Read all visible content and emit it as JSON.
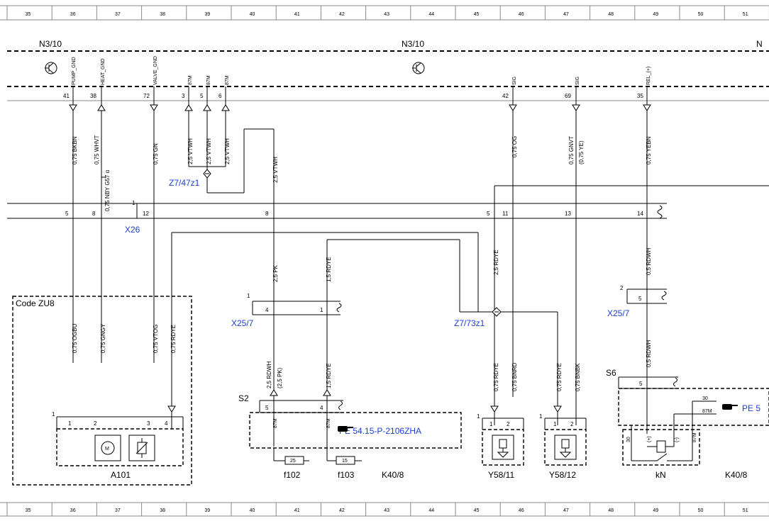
{
  "grid_numbers": [
    "35",
    "36",
    "37",
    "38",
    "39",
    "40",
    "41",
    "42",
    "43",
    "44",
    "45",
    "46",
    "47",
    "48",
    "49",
    "50",
    "51"
  ],
  "header": {
    "n310_left": "N3/10",
    "n310_mid": "N3/10",
    "n_right": "N"
  },
  "pins_top": [
    {
      "name": "PUMP_GND",
      "num": "41"
    },
    {
      "name": "HEAT_GND",
      "num": "38"
    },
    {
      "name": "VALVE_GND",
      "num": "72"
    },
    {
      "name": "87M",
      "num": "3"
    },
    {
      "name": "87M",
      "num": "5"
    },
    {
      "name": "87M",
      "num": "6"
    },
    {
      "name": "SIG",
      "num": "42"
    },
    {
      "name": "SIG",
      "num": "69"
    },
    {
      "name": "REL_(+)",
      "num": "35"
    }
  ],
  "wires_upper": [
    "0,75 BKBN",
    "0,75 WHVT",
    "0,75 GN",
    "2,5 VTWH",
    "2,5 VTWH",
    "2,5 VTWH",
    "2,5 VTWH",
    "0,75 OG",
    "0,75 GNVT",
    "(0,75 YE)",
    "0,75 YEBN",
    "0,75 NBY G57 α"
  ],
  "x26": {
    "label": "X26",
    "num1": "1",
    "pins": [
      "5",
      "8",
      "12",
      "8",
      "5",
      "11",
      "13",
      "14"
    ]
  },
  "z747": "Z7/47z1",
  "z773": "Z7/73z1",
  "wires_mid": [
    "2,5 PK",
    "1,5 RDYE",
    "2,5 RDYE",
    "0,5 RDWH"
  ],
  "x257a": {
    "label": "X25/7",
    "num1": "1",
    "pins": [
      "4",
      "1"
    ]
  },
  "x257b": {
    "label": "X25/7",
    "num1": "2",
    "pins": [
      "5"
    ]
  },
  "code_zu8": "Code ZU8",
  "wires_lower": [
    "0,75 OGBU",
    "0,75 GNGY",
    "0,75 VTOG",
    "0,75 RDYE",
    "2,5 RDWH",
    "(2,5 PK)",
    "1,5 RDYE",
    "0,75 RDYE",
    "0,75 BNRD",
    "0,75 RDYE",
    "0,75 BNBK",
    "0,5 RDWH"
  ],
  "s2": {
    "label": "S2",
    "pins": [
      "5",
      "4"
    ],
    "sub": "87M"
  },
  "s6": {
    "label": "S6",
    "pins": [
      "5"
    ]
  },
  "pe1": "PE 54.15-P-2106ZHA",
  "pe2": "PE 5",
  "a101": {
    "label": "A101",
    "num1": "1",
    "pins": [
      "1",
      "2",
      "3",
      "4"
    ]
  },
  "fuses": {
    "f102": "f102",
    "f103": "f103",
    "v25": "25",
    "v15": "15"
  },
  "k408": "K40/8",
  "y5811": {
    "label": "Y58/11",
    "num1": "1",
    "pins": [
      "1",
      "2"
    ]
  },
  "y5812": {
    "label": "Y58/12",
    "num1": "1",
    "pins": [
      "1",
      "2"
    ]
  },
  "relay": {
    "label": "kN",
    "k": "K40/8",
    "t30": "30",
    "t87m": "87M",
    "p30": "30",
    "pplus": "(+)",
    "pminus": "(-)",
    "p87m": "87M"
  },
  "icons": [
    "transistor-icon",
    "motor-icon",
    "heater-relay-icon",
    "valve-icon",
    "pointing-hand-icon",
    "relay-coil-icon"
  ]
}
